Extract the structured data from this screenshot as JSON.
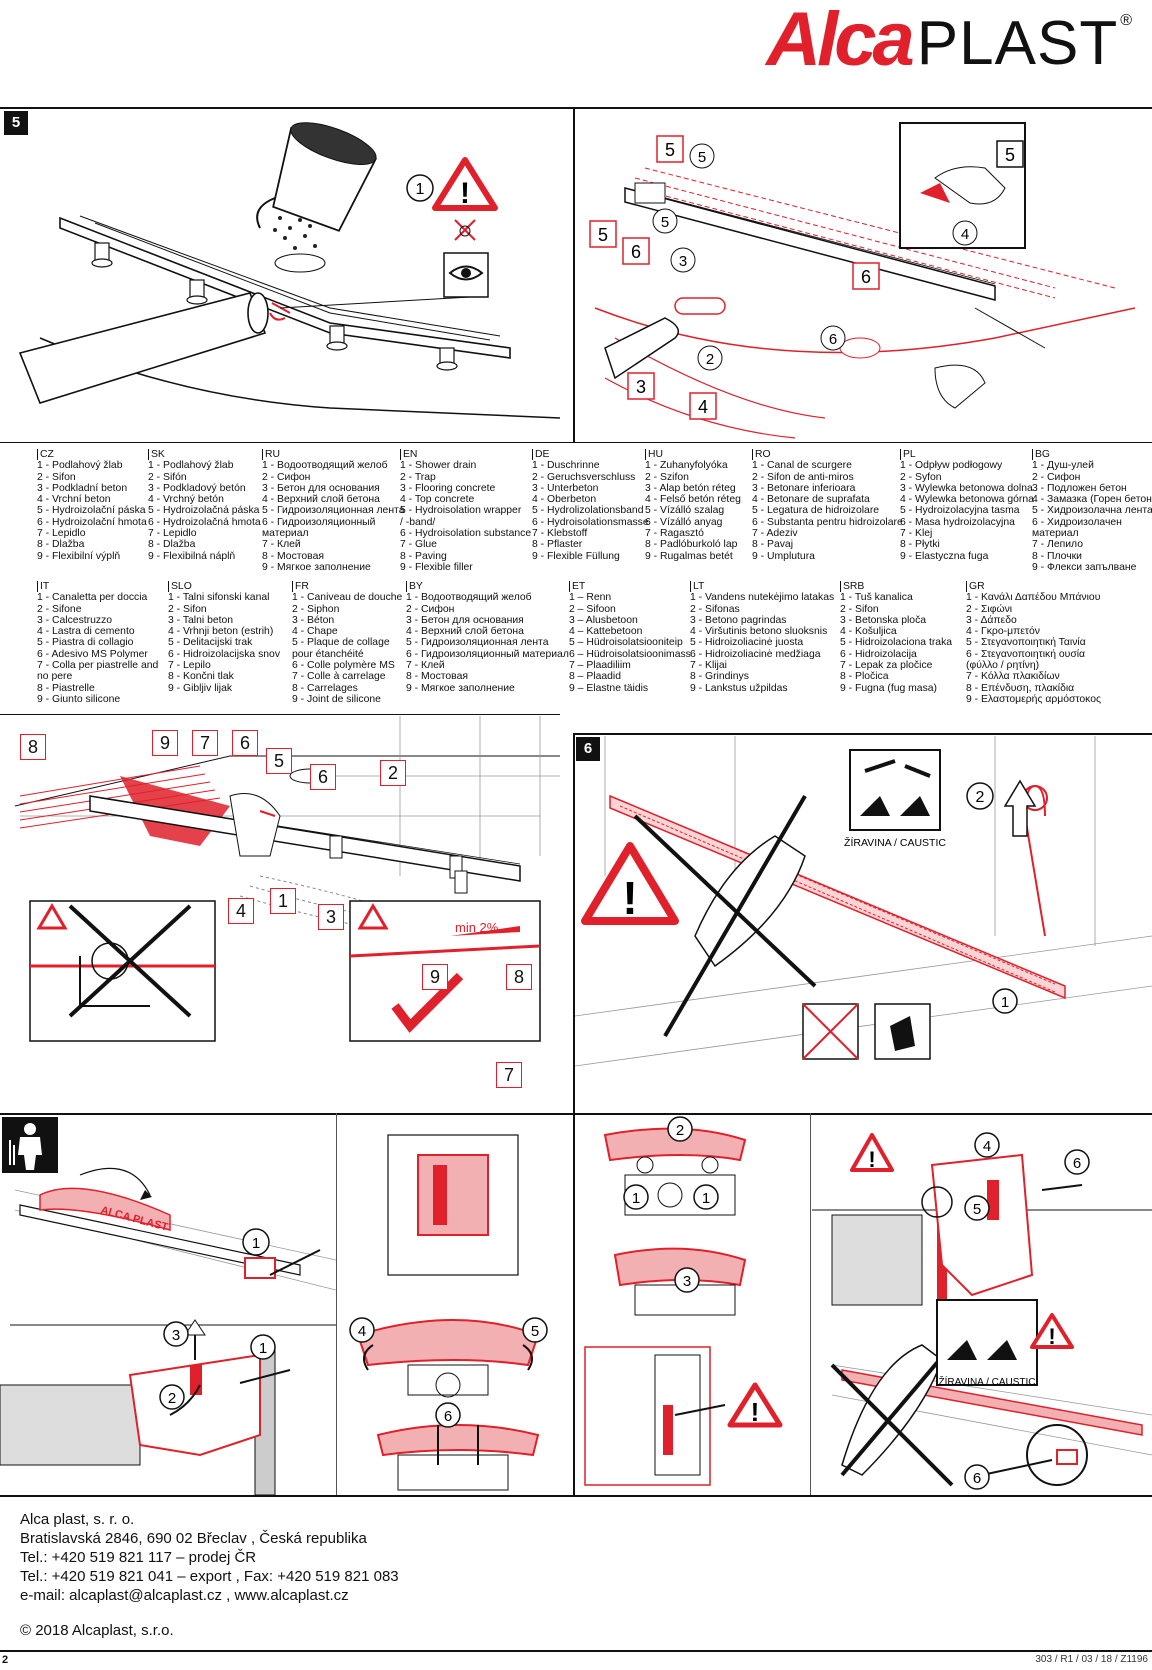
{
  "brand": {
    "alca": "Alca",
    "plast": "PLAST",
    "reg": "®"
  },
  "sections": {
    "s5": "5",
    "s6": "6"
  },
  "labels": {
    "caustic": "ŽÍRAVINA / CAUSTIC",
    "caustic2": "ŽÍRAVINA / CAUSTIC",
    "min_slope": "min 2%"
  },
  "languages_row1": [
    {
      "code": "CZ",
      "items": [
        "1 - Podlahový žlab",
        "2 - Sifon",
        "3 - Podkladní beton",
        "4 - Vrchní beton",
        "5 - Hydroizolační páska",
        "6 - Hydroizolační hmota",
        "7 - Lepidlo",
        "8 - Dlažba",
        "9 - Flexibilní výplň"
      ]
    },
    {
      "code": "SK",
      "items": [
        "1 - Podlahový žlab",
        "2 - Sifón",
        "3 - Podkladový betón",
        "4 - Vrchný betón",
        "5 - Hydroizolačná páska",
        "6 - Hydroizolačná hmota",
        "7 - Lepidlo",
        "8 - Dlažba",
        "9 - Flexibilná náplň"
      ]
    },
    {
      "code": "RU",
      "items": [
        "1 - Водоотводящий желоб",
        "2 - Сифон",
        "3 - Бетон для основания",
        "4 - Верхний слой бетона",
        "5 - Гидроизоляционная лента",
        "6 - Гидроизоляционный",
        "     материал",
        "7 - Клей",
        "8 - Мостовая",
        "9 - Мягкое заполнение"
      ]
    },
    {
      "code": "EN",
      "items": [
        "1 - Shower drain",
        "2 - Trap",
        "3 - Flooring concrete",
        "4 - Top concrete",
        "5 - Hydroisolation wrapper",
        "     / -band/",
        "6 - Hydroisolation substance",
        "7 - Glue",
        "8 - Paving",
        "9 - Flexible filler"
      ]
    },
    {
      "code": "DE",
      "items": [
        "1 - Duschrinne",
        "2 - Geruchsverschluss",
        "3 - Unterbeton",
        "4 - Oberbeton",
        "5 - Hydrolizolationsband",
        "6 - Hydroisolationsmasse",
        "7 - Klebstoff",
        "8 - Pflaster",
        "9 - Flexible Füllung"
      ]
    },
    {
      "code": "HU",
      "items": [
        "1 - Zuhanyfolyóka",
        "2 - Szifon",
        "3 - Alap betón réteg",
        "4 - Felső betón réteg",
        "5 - Vízálló szalag",
        "6 - Vízálló anyag",
        "7 - Ragasztó",
        "8 - Padlóburkoló lap",
        "9 - Rugalmas betét"
      ]
    },
    {
      "code": "RO",
      "items": [
        "1 - Canal de scurgere",
        "2 - Sifon de anti-miros",
        "3 - Betonare inferioara",
        "4 - Betonare de suprafata",
        "5 - Legatura de hidroizolare",
        "6 - Substanta pentru hidroizolare",
        "7 - Adeziv",
        "8 - Pavaj",
        "9 - Umplutura"
      ]
    },
    {
      "code": "PL",
      "items": [
        "1 - Odpływ podłogowy",
        "2 - Syfon",
        "3 - Wylewka betonowa dolna",
        "4 - Wylewka betonowa górna",
        "5 - Hydroizolacyjna tasma",
        "6 - Masa hydroizolacyjna",
        "7 - Klej",
        "8 - Płytki",
        "9 - Elastyczna fuga"
      ]
    },
    {
      "code": "BG",
      "items": [
        "1 - Душ-улей",
        "2 - Сифон",
        "3 - Подложен бетон",
        "4 - Замазка (Горен бетон)",
        "5 - Хидроизолачна лента",
        "6 - Хидроизолачен",
        "     материал",
        "7 - Лепило",
        "8 - Плочки",
        "9 - Флекси запълване"
      ]
    }
  ],
  "languages_row2": [
    {
      "code": "IT",
      "items": [
        "1 -  Canaletta per doccia",
        "2 -  Sifone",
        "3 -  Calcestruzzo",
        "4 -  Lastra di cemento",
        "5 -  Piastra di collagio",
        "6 -  Adesivo MS Polymer",
        "7 -  Colla per piastrelle and",
        "      no pere",
        "8 -  Piastrelle",
        "9 -  Giunto silicone"
      ]
    },
    {
      "code": "SLO",
      "items": [
        "1 - Talni sifonski kanal",
        "2 - Sifon",
        "3 - Talni beton",
        "4 - Vrhnji beton (estrih)",
        "5 - Delitacijski trak",
        "6 - Hidroizolacijska snov",
        "7 - Lepilo",
        "8 - Končni tlak",
        "9 - Gibljiv lijak"
      ]
    },
    {
      "code": "FR",
      "items": [
        "1 - Caniveau de douche",
        "2 - Siphon",
        "3 - Béton",
        "4 - Chape",
        "5 - Plaque de collage",
        "      pour étanchéité",
        "6 - Colle polymère MS",
        "7 - Colle à carrelage",
        "8 - Carrelages",
        "9 - Joint de silicone"
      ]
    },
    {
      "code": "BY",
      "items": [
        "1 - Водоотводящий желоб",
        "2 - Сифон",
        "3 - Бетон для основания",
        "4 - Верхний слой бетона",
        "5 - Гидроизоляционная лента",
        "6 - Гидроизоляционный материал",
        "7 - Клей",
        "8 - Мостовая",
        "9 - Мягкое заполнение"
      ]
    },
    {
      "code": "ET",
      "items": [
        "1 – Renn",
        "2 – Sifoon",
        "3 – Alusbetoon",
        "4 – Kattebetoon",
        "5 – Hüdroisolatsiooniteip",
        "6 – Hüdroisolatsioonimass",
        "7 – Plaadiliim",
        "8 – Plaadid",
        "9 – Elastne täidis"
      ]
    },
    {
      "code": "LT",
      "items": [
        "1 - Vandens nutekėjimo latakas",
        "2 - Sifonas",
        "3 - Betono pagrindas",
        "4 - Viršutinis betono sluoksnis",
        "5 - Hidroizoliacinė juosta",
        "6 - Hidroizoliacinė medžiaga",
        "7 - Klijai",
        "8 - Grindinys",
        "9 - Lankstus  užpildas"
      ]
    },
    {
      "code": "SRB",
      "items": [
        "1 - Tuš kanalica",
        "2 - Sifon",
        "3 - Betonska ploča",
        "4 - Košuljica",
        "5 - Hidroizolaciona traka",
        "6 - Hidroizolacija",
        "7 - Lepak za pločice",
        "8 - Pločica",
        "9 - Fugna (fug masa)"
      ]
    },
    {
      "code": "GR",
      "items": [
        "1 - Κανάλι Δαπέδου Μπάνιου",
        "2 - Σιφώνι",
        "3 - Δάπεδο",
        "4 - Γκρο-μπετόν",
        "5 - Στεγανοποιητική Ταινία",
        "6 - Στεγανοποιητική ουσία",
        "     (φύλλο / ρητίνη)",
        "7 - Κόλλα πλακιδίων",
        "8 - Επένδυση, πλακίδια",
        "9 - Ελαστομερής αρμόστοκος"
      ]
    }
  ],
  "footer": {
    "lines": [
      "Alca plast, s. r. o.",
      "Bratislavská 2846, 690 02 Břeclav , Česká republika",
      "Tel.: +420 519 821 117 – prodej ČR",
      "Tel.: +420 519 821 041 – export , Fax: +420 519 821 083",
      "e-mail: alcaplast@alcaplast.cz , www.alcaplast.cz"
    ],
    "copyright": "© 2018 Alcaplast, s.r.o.",
    "page": "2",
    "doc_id": "303 / R1 / 03 / 18 / Z1196"
  },
  "callouts": {
    "p1": [
      "1"
    ],
    "p2": [
      "5",
      "5",
      "5",
      "5",
      "6",
      "3",
      "6",
      "6",
      "2",
      "3",
      "4",
      "4"
    ],
    "p3": [
      "8",
      "9",
      "7",
      "6",
      "5",
      "6",
      "2",
      "4",
      "1",
      "3",
      "9",
      "8",
      "7"
    ],
    "p4": [
      "2",
      "1"
    ],
    "p5": [
      "1",
      "3",
      "1",
      "2"
    ],
    "p6": [
      "4",
      "5",
      "6",
      "2",
      "1",
      "1",
      "3"
    ],
    "p7": [
      "4",
      "6",
      "5",
      "6"
    ]
  },
  "colors": {
    "accent": "#e0202a",
    "ink": "#111111",
    "light_red": "#f3b0b3"
  }
}
